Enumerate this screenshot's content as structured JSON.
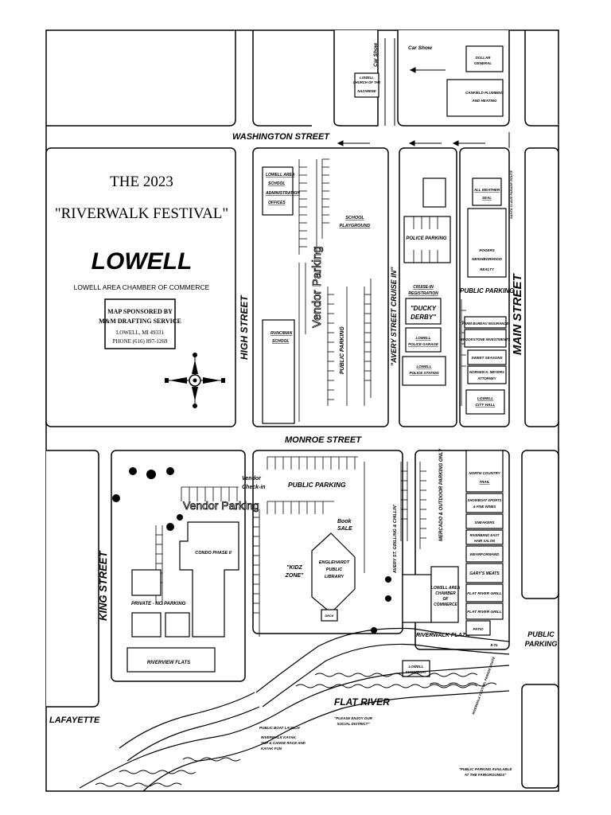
{
  "title": {
    "year_line": "THE 2023",
    "festival": "\"RIVERWALK FESTIVAL\"",
    "city": "LOWELL",
    "org": "LOWELL AREA CHAMBER OF COMMERCE"
  },
  "sponsor": {
    "line1": "MAP SPONSORED BY",
    "line2": "M&M DRAFTING SERVICE",
    "line3": "LOWELL, MI 49331",
    "line4": "PHONE (616) 897-1269"
  },
  "streets": {
    "washington": "WASHINGTON STREET",
    "monroe": "MONROE STREET",
    "high": "HIGH STREET",
    "main": "MAIN STREET",
    "king": "KING STREET",
    "lafayette": "LAFAYETTE",
    "avery": "\"AVERY STREET CRUISE IN\"",
    "avery_south": "AVERY ST. GRILLING & CHILLIN'",
    "flat_river": "FLAT RIVER",
    "riverwalk_plaza": "RIVERWALK PLAZA",
    "private_no_parking": "PRIVATE - NO PARKING"
  },
  "top_area": {
    "car_show_1": "Car Show",
    "car_show_2": "Car Show",
    "church_1": "LOWELL",
    "church_2": "CHURCH OF THE",
    "church_3": "NAZARENE",
    "dollar_1": "DOLLAR",
    "dollar_2": "GENERAL",
    "canfield_1": "CANFIELD PLUMBING",
    "canfield_2": "AND HEATING"
  },
  "middle_area": {
    "school_1": "LOWELL AREA",
    "school_2": "SCHOOL",
    "school_3": "ADMINISTRATION",
    "school_4": "OFFICES",
    "vendor_parking": "Vendor Parking",
    "playground_1": "SCHOOL",
    "playground_2": "PLAYGROUND",
    "public_parking": "PUBLIC PARKING",
    "runciman_1": "RUNCIMAN",
    "runciman_2": "SCHOOL",
    "police_parking": "POLICE PARKING",
    "cruise_reg_1": "CRUISE-IN",
    "cruise_reg_2": "REGISTRATION",
    "ducky_1": "\"DUCKY",
    "ducky_2": "DERBY\"",
    "police_garage_1": "LOWELL",
    "police_garage_2": "POLICE GARAGE",
    "police_station_1": "LOWELL",
    "police_station_2": "POLICE STATION",
    "all_weather_1": "ALL WEATHER",
    "all_weather_2": "SEAL",
    "rogers_1": "ROGERS",
    "rogers_2": "NEIGHBORHOOD",
    "rogers_3": "REALTY",
    "main_public_parking": "PUBLIC PARKING",
    "farm_bureau": "FARM BUREAU INSURANCE",
    "brookstone": "BROOKSTONE INVESTMENTS",
    "sweet_seasons": "SWEET SEASONS",
    "norgen_1": "NORGEN K. MEYERS",
    "norgen_2": "ATTORNEY",
    "city_hall_1": "LOWELL",
    "city_hall_2": "CITY HALL",
    "main_side": "SANTA CLAUS PARADE ROUTE"
  },
  "bottom_area": {
    "vendor_parking": "Vendor Parking",
    "vendor_checkin_1": "Vendor",
    "vendor_checkin_2": "Check-in",
    "public_parking": "PUBLIC PARKING",
    "book_sale_1": "Book",
    "book_sale_2": "SALE",
    "condo": "CONDO PHASE II",
    "kidz_1": "\"KIDZ",
    "kidz_2": "ZONE\"",
    "library_1": "ENGLEHARDT",
    "library_2": "PUBLIC",
    "library_3": "LIBRARY",
    "deck": "DECK",
    "chamber_1": "LOWELL AREA",
    "chamber_2": "CHAMBER",
    "chamber_3": "OF",
    "chamber_4": "COMMERCE",
    "riverview": "RIVERVIEW FLATS",
    "showboat_1": "LOWELL",
    "showboat_2": "SHOWBOAT",
    "social_1": "\"PLEASE ENJOY OUR",
    "social_2": "SOCIAL DISTRICT\"",
    "boat_launch_1": "PUBLIC BOAT LAUNCH",
    "boat_launch_2": "RIVERWALK KAYAK,",
    "boat_launch_3": "SUP & CANOE RACE AND",
    "boat_launch_4": "KAYAK FUN",
    "fairgrounds_1": "\"PUBLIC PARKING AVAILABLE",
    "fairgrounds_2": "AT THE FAIRGROUNDS\"",
    "mercado": "MERCADO & OUTDOOR PARKING ONLY",
    "north_country_1": "NORTH COUNTRY",
    "north_country_2": "TRAIL",
    "showboat_sports_1": "SHOWBOAT SPORTS",
    "showboat_sports_2": "& FINE WINES",
    "sneakers": "SNEAKERS",
    "riverbend_1": "RIVERBEND EAST",
    "riverbend_2": "HAIR SALON",
    "wear_forward": "WEARFORWARD",
    "garys": "GARY'S MEATS",
    "flat_river_grill_1": "FLAT RIVER GRILL",
    "flat_river_grill_2": "FLAT RIVER GRILL",
    "patio": "PATIO",
    "public_parking_east_1": "PUBLIC",
    "public_parking_east_2": "PARKING",
    "fun_stuff": "5-Ta",
    "santa_route": "RIVERWALK FESTIVAL PARADE ROUTE"
  }
}
